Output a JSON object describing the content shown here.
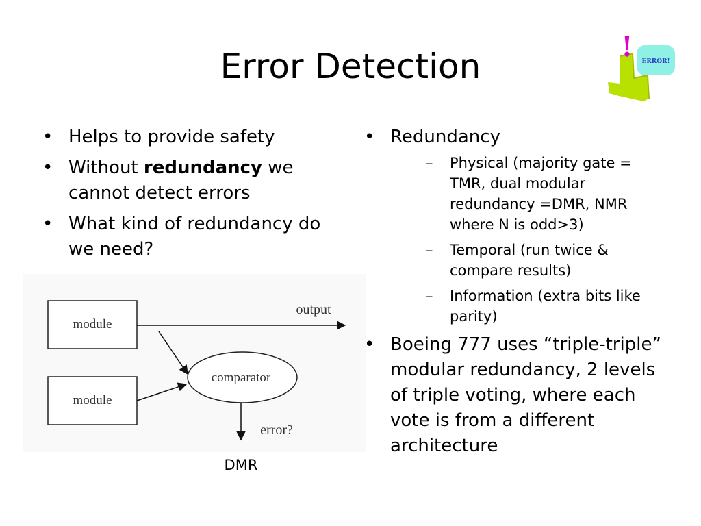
{
  "slide": {
    "title": "Error Detection",
    "left_bullets": [
      {
        "text": "Helps to provide safety"
      },
      {
        "before": "Without ",
        "bold": "redundancy",
        "after": " we cannot detect errors"
      },
      {
        "text": "What kind of redundancy do we need?"
      }
    ],
    "right": {
      "redundancy_label": "Redundancy",
      "sub_bullets": [
        "Physical (majority gate = TMR, dual modular redundancy =DMR, NMR where N is odd>3)",
        "Temporal (run twice & compare results)",
        "Information (extra bits like parity)"
      ],
      "boeing": "Boeing 777 uses “triple-triple” modular redundancy, 2 levels of triple voting, where each vote is from a different architecture"
    },
    "diagram": {
      "module_top": "module",
      "module_bottom": "module",
      "comparator": "comparator",
      "output": "output",
      "error": "error?"
    },
    "caption": "DMR",
    "logo": {
      "exclamation": "!",
      "badge": "ERROR!"
    }
  }
}
